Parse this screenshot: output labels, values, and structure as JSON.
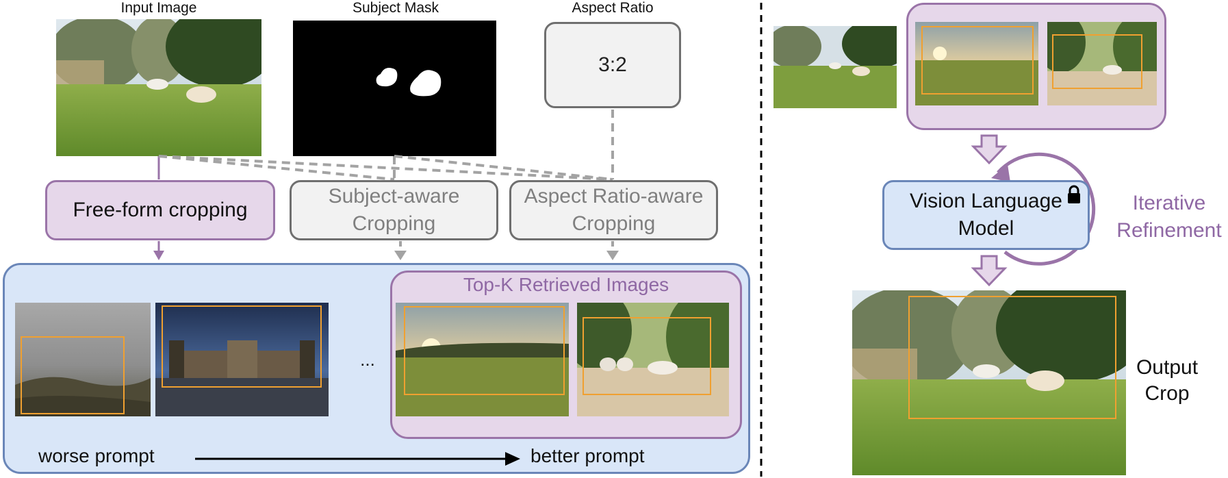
{
  "labels": {
    "input_image": "Input Image",
    "subject_mask": "Subject Mask",
    "aspect_ratio": "Aspect Ratio",
    "aspect_value": "3:2"
  },
  "modules": {
    "free_form": "Free-form cropping",
    "subject_aware_line1": "Subject-aware",
    "subject_aware_line2": "Cropping",
    "aspect_aware_line1": "Aspect Ratio-aware",
    "aspect_aware_line2": "Cropping"
  },
  "retrieval": {
    "title": "Top-K Retrieved Images",
    "ellipsis": "...",
    "worse_prompt": "worse prompt",
    "better_prompt": "better prompt"
  },
  "refine": {
    "vlm_line1": "Vision Language",
    "vlm_line2": "Model",
    "iterative_line1": "Iterative",
    "iterative_line2": "Refinement",
    "output_line1": "Output",
    "output_line2": "Crop"
  },
  "colors": {
    "purple_fill": "#e6d7ea",
    "purple_border": "#9a74a8",
    "purple_text": "#8f68a4",
    "blue_fill": "#d9e6f8",
    "blue_border": "#6a86b8",
    "gray_fill": "#f2f2f2",
    "gray_border": "#6f6f6f",
    "gray_text": "#7f7f7f",
    "crop_box": "#f0a030"
  },
  "icons": [
    "lock-icon",
    "down-arrow-icon",
    "loop-arrow-icon"
  ]
}
